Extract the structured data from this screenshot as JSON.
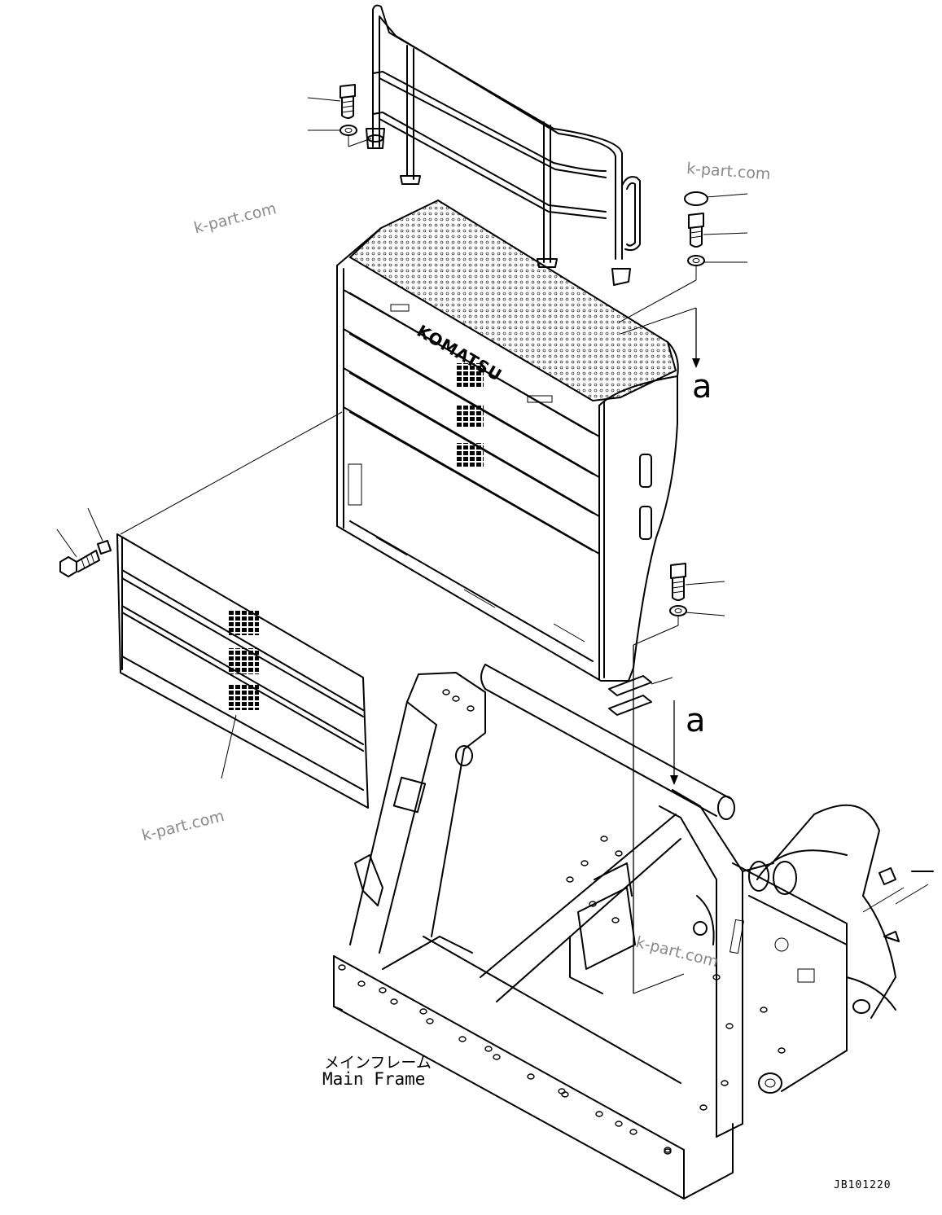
{
  "watermarks": [
    "k-part.com",
    "k-part.com",
    "k-part.com",
    "k-part.com"
  ],
  "brand_text": "KOMATSU",
  "view_markers": [
    "a",
    "a"
  ],
  "labels": {
    "main_frame_jp": "メインフレーム",
    "main_frame_en": "Main Frame",
    "drawing_code": "JB101220"
  }
}
